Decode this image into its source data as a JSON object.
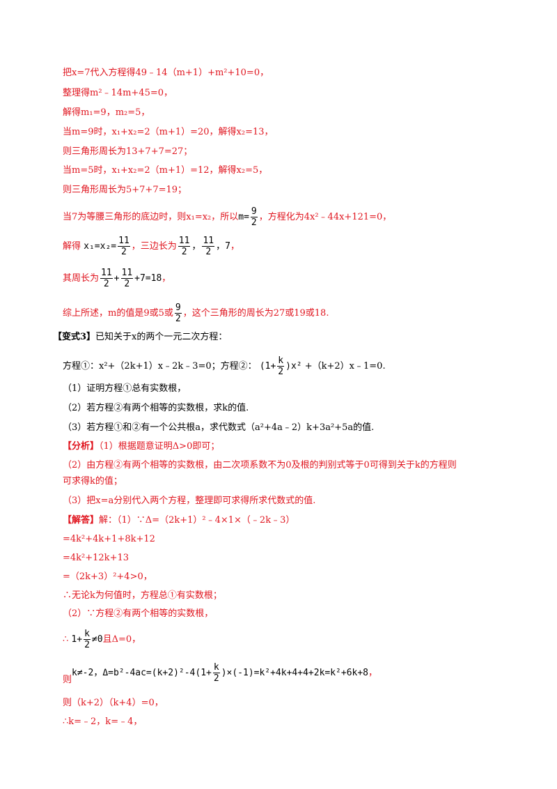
{
  "lines": {
    "l1": "把x=7代入方程得49﹣14（m+1）+m²+10=0，",
    "l2": "整理得m²﹣14m+45=0，",
    "l3": "解得m₁=9，m₂=5，",
    "l4": "当m=9时，x₁+x₂=2（m+1）=20，解得x₂=13，",
    "l5": "则三角形周长为13+7+7=27；",
    "l6": "当m=5时，x₁+x₂=2（m+1）=12，解得x₂=5，",
    "l7": "则三角形周长为5+7+7=19；",
    "l8a": "当7为等腰三角形的底边时，则x₁=x₂，所以",
    "l8b": "，方程化为4x²﹣44x+121=0，",
    "l9a": "解得",
    "l9b": "，三边长为",
    "l10a": "其周长为",
    "l11a": "综上所述，m的值是9或5或",
    "l11b": "，这个三角形的周长为27或19或18.",
    "variant_label": "【变式3】",
    "variant_text": "已知关于x的两个一元二次方程：",
    "eq_line_a": "方程①：x²+（2k+1）x﹣2k﹣3=0；方程②：",
    "eq_line_b": "+（k+2）x﹣1=0.",
    "q1": "（1）证明方程①总有实数根，",
    "q2": "（2）若方程②有两个相等的实数根，求k的值.",
    "q3": "（3）若方程①和②有一个公共根a，求代数式（a²+4a﹣2）k+3a²+5a的值.",
    "analysis_label": "【分析】",
    "analysis_1": "（1）根据题意证明Δ>0即可；",
    "analysis_2a": "（2）由方程②有两个相等的实数根，由二次项系数不为0及根的判别式等于0可得到关于k的方程则",
    "analysis_2b": "可求得k的值；",
    "analysis_3": "（3）把x=a分别代入两个方程，整理即可求得所求代数式的值.",
    "solution_label": "【解答】",
    "solution_1": "解：（1）∵Δ=（2k+1）²﹣4×1×（﹣2k﹣3）",
    "s2": "=4k²+4k+1+8k+12",
    "s3": "=4k²+12k+13",
    "s4": "=（2k+3）²+4>0，",
    "s5": "∴无论k为何值时，方程总①有实数根；",
    "s6": "（2）∵方程②有两个相等的实数根，",
    "s7a": "∴",
    "s7b": "且Δ=0，",
    "s8a": "则",
    "s8b": "k≠-2，Δ=b²-4ac=(k+2)²-4(1+",
    "s8c": ")×(-1)=k²+4k+4+4+2k=k²+6k+8",
    "s8d": "，",
    "s9": "则（k+2）（k+4）=0，",
    "s10": "∴k=﹣2，k=﹣4，"
  },
  "fractions": {
    "nine_over_two": {
      "num": "9",
      "den": "2"
    },
    "eleven_over_two": {
      "num": "11",
      "den": "2"
    },
    "k_over_two": {
      "num": "k",
      "den": "2"
    }
  },
  "math": {
    "m_eq": "m=",
    "x1x2": "x₁=x₂=",
    "comma": "，",
    "seven": "7",
    "plus": "+",
    "plus7_18": "+7=18",
    "one_plus_open": "(1+",
    "close_x2": ")x²",
    "one_plus": "1+",
    "neq0": "≠0"
  },
  "colors": {
    "red": "#e0141e",
    "black": "#000000"
  }
}
